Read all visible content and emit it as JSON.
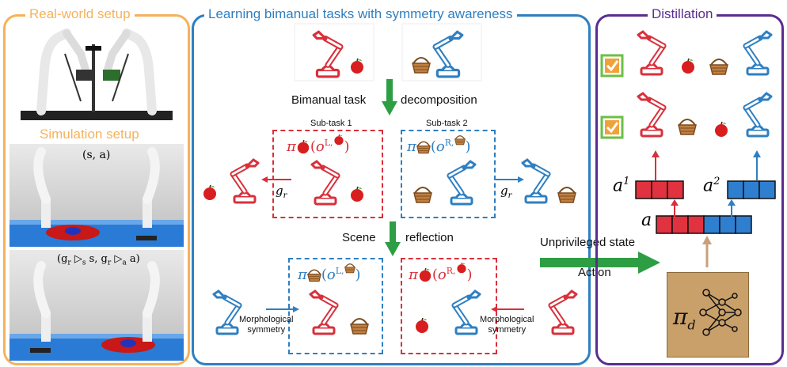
{
  "panels": {
    "real": {
      "title": "Real-world setup",
      "sim_title": "Simulation setup",
      "color": "#f5b25b"
    },
    "learn": {
      "title": "Learning bimanual tasks with symmetry awareness",
      "color": "#2f7fc1"
    },
    "distill": {
      "title": "Distillation",
      "color": "#5a2d91"
    }
  },
  "sim": {
    "label1": "(s, a)",
    "label2_parts": [
      "(g",
      "r",
      " ▷",
      "s",
      " s, g",
      "r",
      " ▷",
      "a",
      " a)"
    ]
  },
  "flow": {
    "decomp_left": "Bimanual task",
    "decomp_right": "decomposition",
    "reflect_left": "Scene",
    "reflect_right": "reflection"
  },
  "subtasks": {
    "sub1": "Sub-task 1",
    "sub2": "Sub-task 2",
    "policy": "π",
    "obs": "o",
    "obs_sup_left": "L,",
    "obs_sup_right": "R,",
    "gr": "g",
    "gr_sub": "r"
  },
  "morph": {
    "left": "Morphological\nsymmetry",
    "right": "Morphological\nsymmetry"
  },
  "distill": {
    "unpriv": "Unprivileged state",
    "action": "Action",
    "a": "a",
    "a1": "a",
    "a1_sup": "1",
    "a2": "a",
    "a2_sup": "2",
    "pi_d": "π",
    "pi_d_sub": "d"
  },
  "colors": {
    "red": "#d9303b",
    "blue": "#2f7fc1",
    "green": "#2e9e44",
    "check_bg": "#f0a23a",
    "check_border": "#6cbf47",
    "net_box": "#c9a06a"
  }
}
